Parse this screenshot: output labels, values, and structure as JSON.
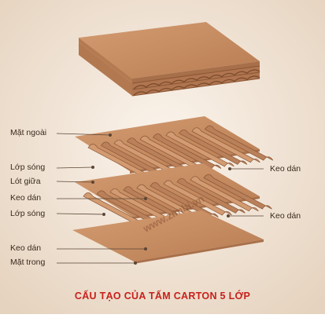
{
  "title": "CẤU TẠO CỦA TẤM CARTON 5 LỚP",
  "watermark": "www.zimbi.vn",
  "labels_left": [
    {
      "id": "mat-ngoai",
      "text": "Mặt ngoài"
    },
    {
      "id": "lop-song-1",
      "text": "Lớp sóng"
    },
    {
      "id": "lot-giua",
      "text": "Lót giữa"
    },
    {
      "id": "keo-dan-1",
      "text": "Keo dán"
    },
    {
      "id": "lop-song-2",
      "text": "Lớp sóng"
    },
    {
      "id": "keo-dan-2",
      "text": "Keo dán"
    },
    {
      "id": "mat-trong",
      "text": "Mặt trong"
    }
  ],
  "labels_right": [
    {
      "id": "keo-dan-r1",
      "text": "Keo dán"
    },
    {
      "id": "keo-dan-r2",
      "text": "Keo dán"
    }
  ],
  "colors": {
    "background_center": "#fbf4ec",
    "background_edge": "#e8d6c3",
    "board_top": "#c99167",
    "board_edge": "#a8704a",
    "flute_light": "#d6a27a",
    "flute_dark": "#9c6440",
    "title": "#c8201c",
    "label_text": "#3a2a1e",
    "leader_line": "#5a4636"
  }
}
